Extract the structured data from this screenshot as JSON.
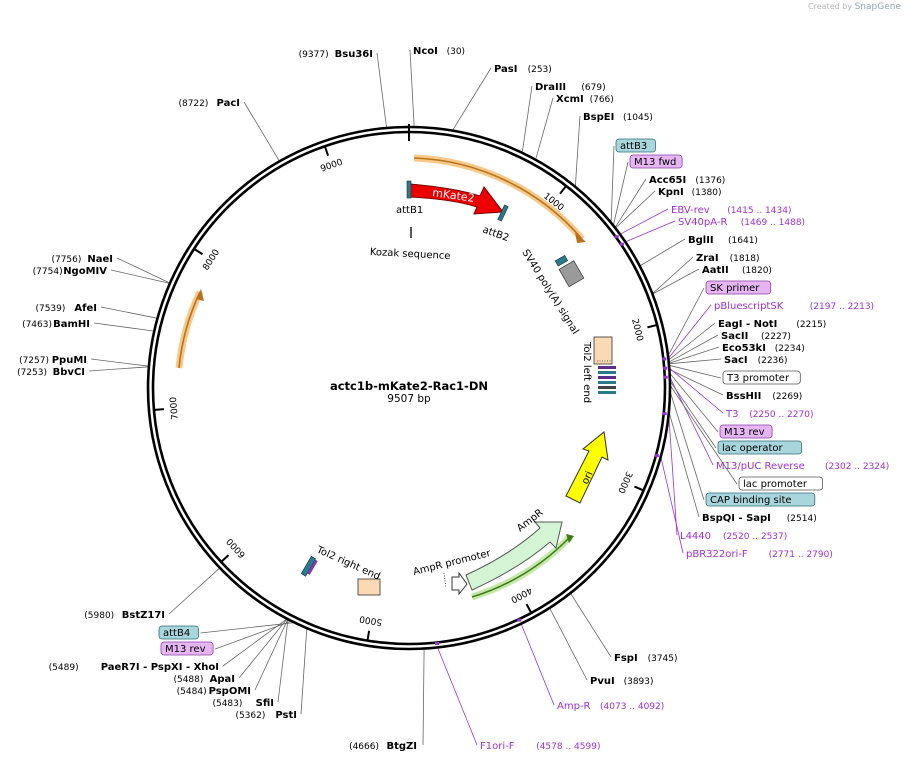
{
  "plasmid": {
    "name": "actc1b-mKate2-Rac1-DN",
    "size_text": "9507 bp",
    "length": 9507
  },
  "branding": {
    "created_by": "Created by",
    "product": "SnapGene"
  },
  "ring_ticks": [
    {
      "label": "1000",
      "pos": 1000
    },
    {
      "label": "2000",
      "pos": 2000
    },
    {
      "label": "3000",
      "pos": 3000
    },
    {
      "label": "4000",
      "pos": 4000
    },
    {
      "label": "5000",
      "pos": 5000
    },
    {
      "label": "6000",
      "pos": 6000
    },
    {
      "label": "7000",
      "pos": 7000
    },
    {
      "label": "8000",
      "pos": 8000
    },
    {
      "label": "9000",
      "pos": 9000
    }
  ],
  "enzymes": [
    {
      "name": "NcoI",
      "pos_text": "(30)",
      "pos": 30,
      "side": "right"
    },
    {
      "name": "PasI",
      "pos_text": "(253)",
      "pos": 253,
      "side": "right"
    },
    {
      "name": "DraIII",
      "pos_text": "(679)",
      "pos": 679,
      "side": "right"
    },
    {
      "name": "XcmI",
      "pos_text": "(766)",
      "pos": 766,
      "side": "right"
    },
    {
      "name": "BspEI",
      "pos_text": "(1045)",
      "pos": 1045,
      "side": "right"
    },
    {
      "name": "Acc65I",
      "pos_text": "(1376)",
      "pos": 1376,
      "side": "right"
    },
    {
      "name": "KpnI",
      "pos_text": "(1380)",
      "pos": 1380,
      "side": "right"
    },
    {
      "name": "BglII",
      "pos_text": "(1641)",
      "pos": 1641,
      "side": "right"
    },
    {
      "name": "ZraI",
      "pos_text": "(1818)",
      "pos": 1818,
      "side": "right"
    },
    {
      "name": "AatII",
      "pos_text": "(1820)",
      "pos": 1820,
      "side": "right"
    },
    {
      "name": "EagI - NotI",
      "pos_text": "(2215)",
      "pos": 2215,
      "side": "right"
    },
    {
      "name": "SacII",
      "pos_text": "(2227)",
      "pos": 2227,
      "side": "right"
    },
    {
      "name": "Eco53kI",
      "pos_text": "(2234)",
      "pos": 2234,
      "side": "right"
    },
    {
      "name": "SacI",
      "pos_text": "(2236)",
      "pos": 2236,
      "side": "right"
    },
    {
      "name": "BssHII",
      "pos_text": "(2269)",
      "pos": 2269,
      "side": "right"
    },
    {
      "name": "BspQI - SapI",
      "pos_text": "(2514)",
      "pos": 2514,
      "side": "right"
    },
    {
      "name": "FspI",
      "pos_text": "(3745)",
      "pos": 3745,
      "side": "right"
    },
    {
      "name": "PvuI",
      "pos_text": "(3893)",
      "pos": 3893,
      "side": "right"
    },
    {
      "name": "BtgZI",
      "pos_text": "(4666)",
      "pos": 4666,
      "side": "left"
    },
    {
      "name": "PstI",
      "pos_text": "(5362)",
      "pos": 5362,
      "side": "left"
    },
    {
      "name": "SfiI",
      "pos_text": "(5483)",
      "pos": 5483,
      "side": "left"
    },
    {
      "name": "PspOMI",
      "pos_text": "(5484)",
      "pos": 5484,
      "side": "left"
    },
    {
      "name": "ApaI",
      "pos_text": "(5488)",
      "pos": 5488,
      "side": "left"
    },
    {
      "name": "PaeR7I - PspXI - XhoI",
      "pos_text": "(5489)",
      "pos": 5489,
      "side": "left"
    },
    {
      "name": "BstZ17I",
      "pos_text": "(5980)",
      "pos": 5980,
      "side": "left"
    },
    {
      "name": "BbvCI",
      "pos_text": "(7253)",
      "pos": 7253,
      "side": "left"
    },
    {
      "name": "PpuMI",
      "pos_text": "(7257)",
      "pos": 7257,
      "side": "left"
    },
    {
      "name": "BamHI",
      "pos_text": "(7463)",
      "pos": 7463,
      "side": "left"
    },
    {
      "name": "AfeI",
      "pos_text": "(7539)",
      "pos": 7539,
      "side": "left"
    },
    {
      "name": "NgoMIV",
      "pos_text": "(7754)",
      "pos": 7754,
      "side": "left"
    },
    {
      "name": "NaeI",
      "pos_text": "(7756)",
      "pos": 7756,
      "side": "left"
    },
    {
      "name": "PacI",
      "pos_text": "(8722)",
      "pos": 8722,
      "side": "left"
    },
    {
      "name": "Bsu36I",
      "pos_text": "(9377)",
      "pos": 9377,
      "side": "left"
    }
  ],
  "primers": [
    {
      "name": "EBV-rev",
      "range": "(1415 .. 1434)",
      "pos": 1424
    },
    {
      "name": "SV40pA-R",
      "range": "(1469 .. 1488)",
      "pos": 1478
    },
    {
      "name": "pBluescriptSK",
      "range": "(2197 .. 2213)",
      "pos": 2205
    },
    {
      "name": "T3",
      "range": "(2250 .. 2270)",
      "pos": 2260
    },
    {
      "name": "M13/pUC Reverse",
      "range": "(2302 .. 2324)",
      "pos": 2313
    },
    {
      "name": "L4440",
      "range": "(2520 .. 2537)",
      "pos": 2528
    },
    {
      "name": "pBR322ori-F",
      "range": "(2771 .. 2790)",
      "pos": 2780
    },
    {
      "name": "Amp-R",
      "range": "(4073 .. 4092)",
      "pos": 4082
    },
    {
      "name": "F1ori-F",
      "range": "(4578 .. 4599)",
      "pos": 4588
    }
  ],
  "boxed_labels": [
    {
      "name": "attB3",
      "style": "teal",
      "pos": 1340
    },
    {
      "name": "M13 fwd",
      "style": "violet",
      "pos": 1360
    },
    {
      "name": "SK primer",
      "style": "violet",
      "pos": 2190
    },
    {
      "name": "T3 promoter",
      "style": "white",
      "pos": 2245
    },
    {
      "name": "M13 rev",
      "style": "violet",
      "pos": 2290
    },
    {
      "name": "lac operator",
      "style": "teal",
      "pos": 2335
    },
    {
      "name": "lac promoter",
      "style": "white",
      "pos": 2360
    },
    {
      "name": "CAP binding site",
      "style": "teal",
      "pos": 2395
    },
    {
      "name": "attB4",
      "style": "teal",
      "pos": 5440
    },
    {
      "name": "M13 rev",
      "style": "violet",
      "pos": 5460
    }
  ],
  "features": [
    {
      "name": "mKate2",
      "color": "#ee0000"
    },
    {
      "name": "attB1"
    },
    {
      "name": "attB2"
    },
    {
      "name": "Kozak sequence"
    },
    {
      "name": "SV40 poly(A) signal"
    },
    {
      "name": "Tol2 left end"
    },
    {
      "name": "ori",
      "color": "#ffff00"
    },
    {
      "name": "AmpR",
      "color": "#ccf5cc"
    },
    {
      "name": "AmpR promoter"
    },
    {
      "name": "Tol2 right end"
    }
  ]
}
